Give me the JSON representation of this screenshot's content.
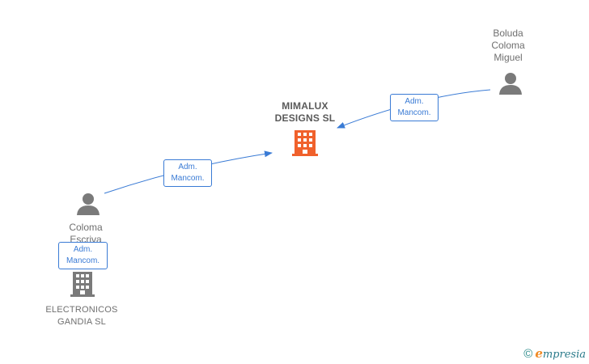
{
  "main_company": {
    "name_lines": [
      "MIMALUX",
      "DESIGNS  SL"
    ],
    "icon": "building-icon",
    "color": "#f0612c"
  },
  "people": [
    {
      "id": "boluda",
      "name_lines": [
        "Boluda",
        "Coloma",
        "Miguel"
      ],
      "icon": "person-icon"
    },
    {
      "id": "coloma",
      "name_lines": [
        "Coloma",
        "Escriva"
      ],
      "icon": "person-icon"
    }
  ],
  "other_companies": [
    {
      "id": "electronicos",
      "name_lines": [
        "ELECTRONICOS",
        "GANDIA SL"
      ],
      "icon": "building-icon",
      "color": "#7a7a7a"
    }
  ],
  "relations": [
    {
      "from": "boluda",
      "to": "main",
      "role_lines": [
        "Adm.",
        "Mancom."
      ]
    },
    {
      "from": "coloma",
      "to": "main",
      "role_lines": [
        "Adm.",
        "Mancom."
      ]
    },
    {
      "from": "coloma",
      "to": "electronicos",
      "role_lines": [
        "Adm.",
        "Mancom."
      ]
    }
  ],
  "watermark": {
    "copyright": "©",
    "brand_initial": "e",
    "brand_rest": "mpresia"
  },
  "colors": {
    "edge": "#3a7bd5",
    "icon_gray": "#7a7a7a",
    "main_icon": "#f0612c"
  }
}
